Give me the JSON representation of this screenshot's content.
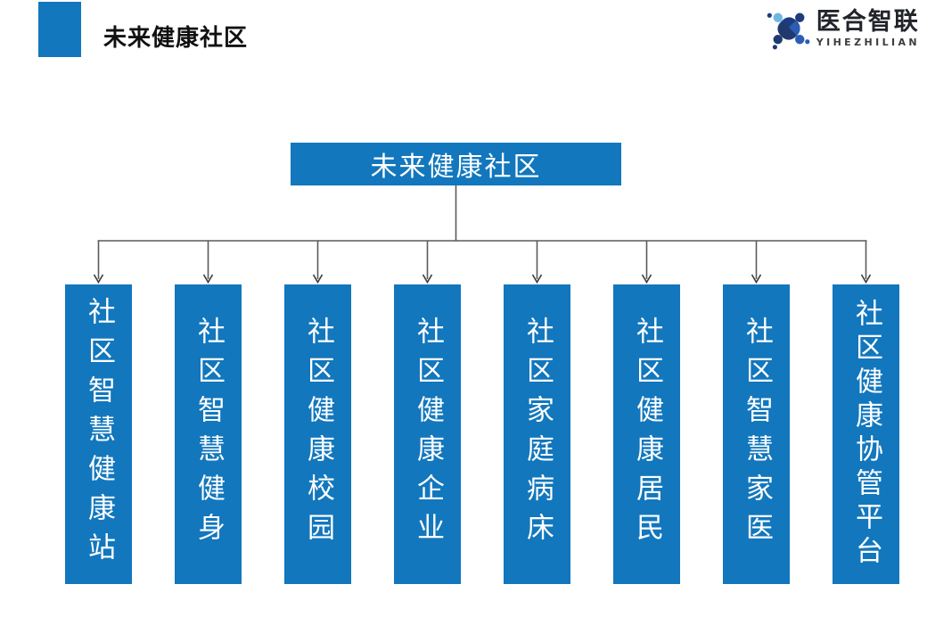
{
  "header": {
    "title": "未来健康社区"
  },
  "logo": {
    "name": "医合智联",
    "subtitle": "YIHEZHILIAN"
  },
  "diagram": {
    "root": {
      "label": "未来健康社区"
    },
    "children": [
      {
        "label": "社区智慧健康站"
      },
      {
        "label": "社区智慧健身"
      },
      {
        "label": "社区健康校园"
      },
      {
        "label": "社区健康企业"
      },
      {
        "label": "社区家庭病床"
      },
      {
        "label": "社区健康居民"
      },
      {
        "label": "社区智慧家医"
      },
      {
        "label": "社区健康协管平台"
      }
    ]
  },
  "colors": {
    "accent_blue": "#1277bd",
    "node_text": "#ffffff",
    "connector_line": "#5a5a5a",
    "arrowhead": "#3c3c3c",
    "title_text": "#111111",
    "logo_navy": "#1e3c7c",
    "logo_light_blue": "#6fb7e3",
    "logo_mid_blue": "#2a5db3"
  }
}
